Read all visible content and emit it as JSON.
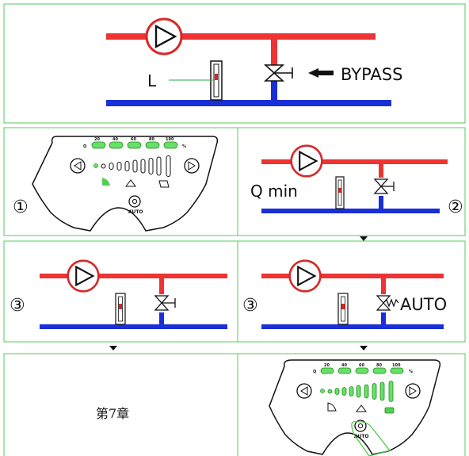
{
  "top": {
    "l_label": "L",
    "bypass_label": "BYPASS"
  },
  "step1": {
    "number": "①",
    "q_label": "Q",
    "pct_label": "%",
    "ticks": [
      "20",
      "40",
      "60",
      "80",
      "100"
    ],
    "auto_label": "AUTO"
  },
  "step2": {
    "number": "②",
    "label": "Q min"
  },
  "step3a": {
    "number": "③"
  },
  "step3b": {
    "number": "③",
    "label": "AUTO"
  },
  "chapter": {
    "label": "第7章"
  },
  "final_panel": {
    "q_label": "Q",
    "pct_label": "%",
    "ticks": [
      "20",
      "40",
      "60",
      "80",
      "100"
    ],
    "auto_label": "AUTO"
  },
  "colors": {
    "hot": "#ee3333",
    "cold": "#1a2fd8",
    "frame": "#55cc55",
    "led_green": "#66e066",
    "pump": "#d62a2a"
  }
}
